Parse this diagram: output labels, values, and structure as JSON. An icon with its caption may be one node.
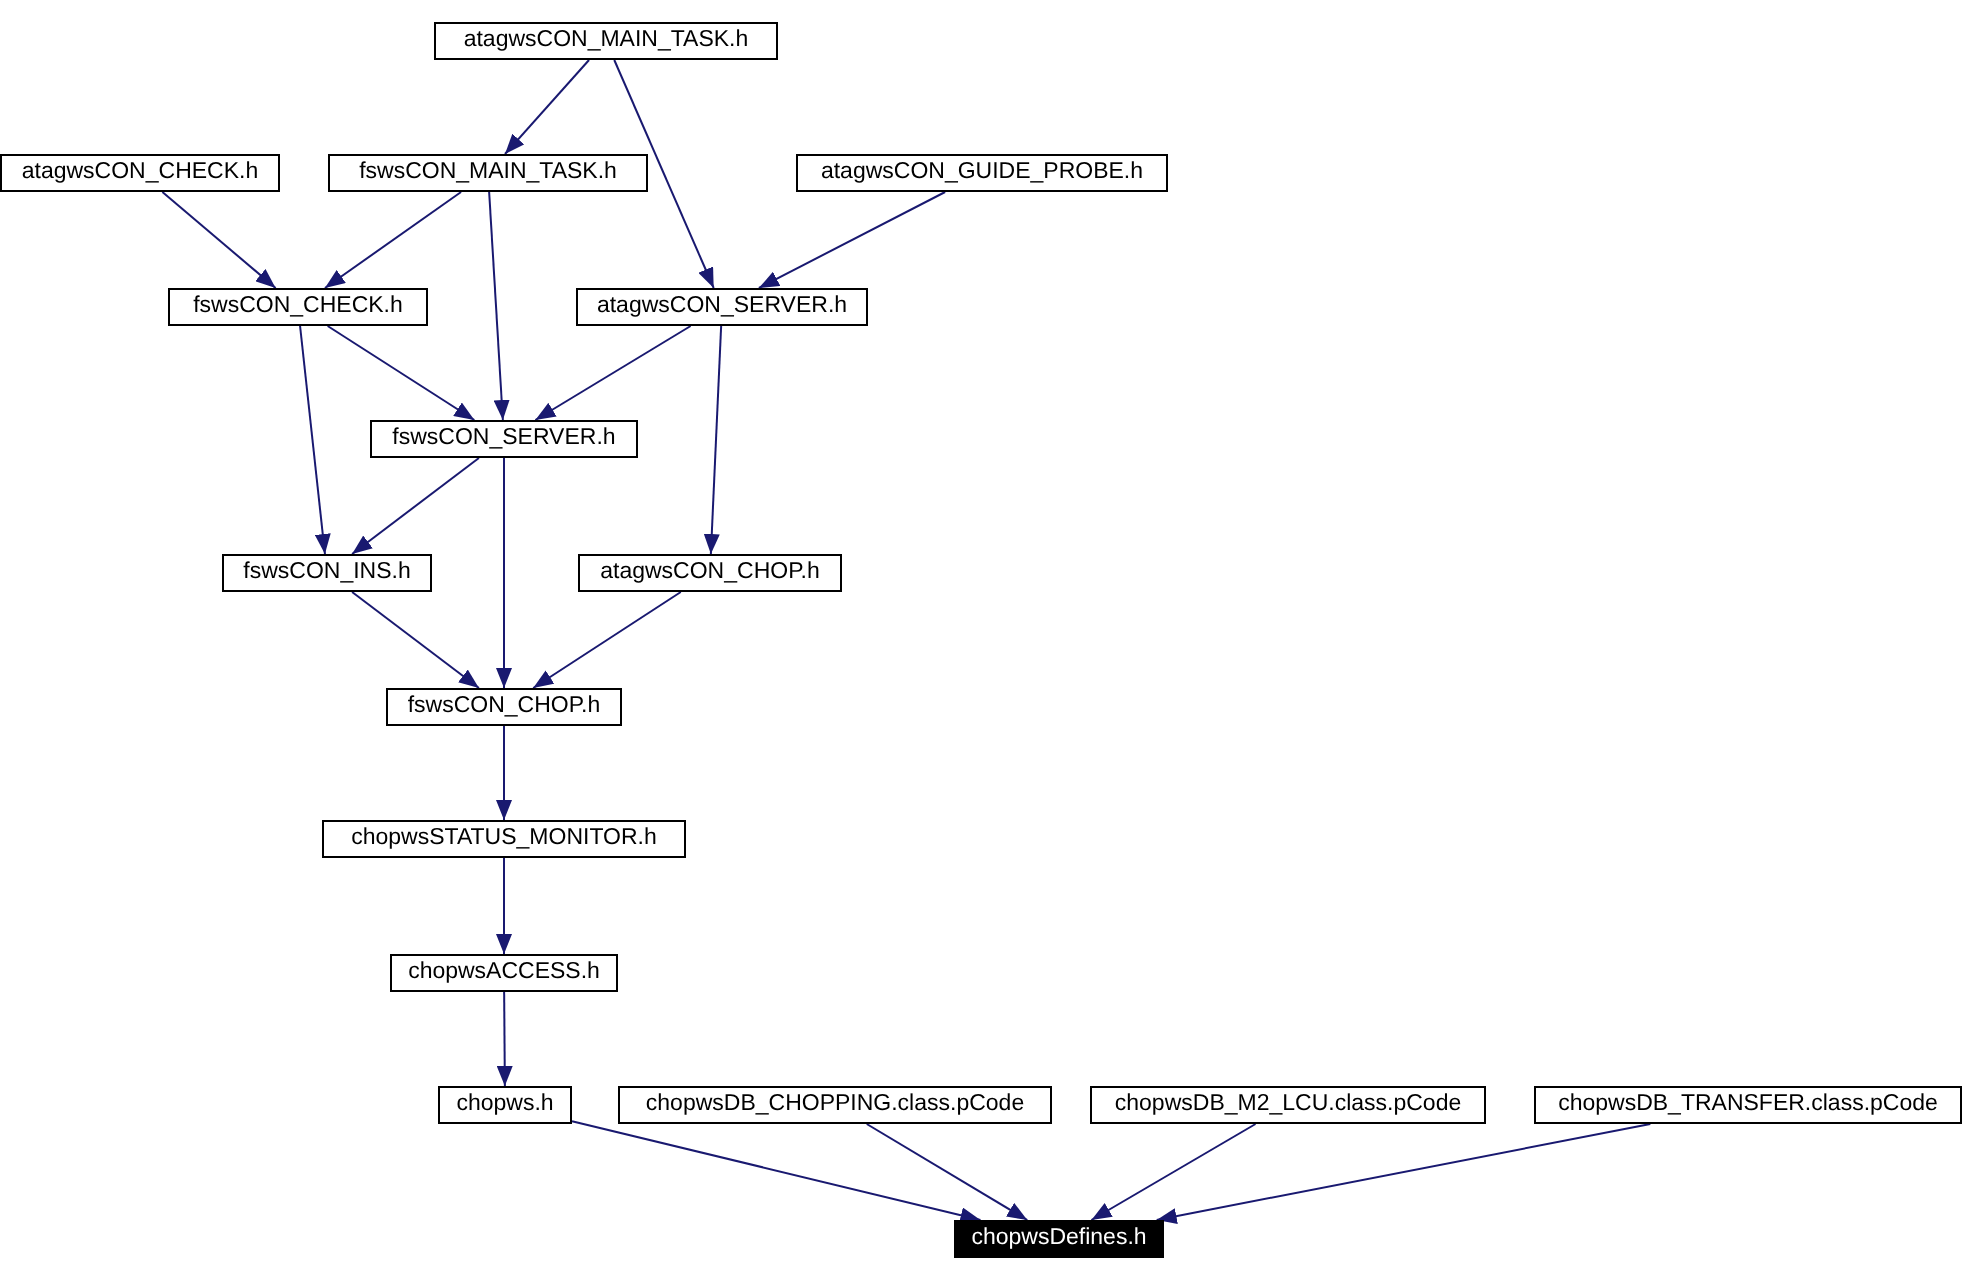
{
  "diagram": {
    "nodes": [
      {
        "text": [
          "atagwsCON_MAIN_TASK.h"
        ]
      },
      {
        "text": [
          "atagwsCON_CHECK.h"
        ]
      },
      {
        "text": [
          "fswsCON_MAIN_TASK.h"
        ]
      },
      {
        "text": [
          "atagwsCON_GUIDE_PROBE.h"
        ]
      },
      {
        "text": [
          "fswsCON_CHECK.h"
        ]
      },
      {
        "text": [
          "atagwsCON_SERVER.h"
        ]
      },
      {
        "text": [
          "fswsCON_SERVER.h"
        ]
      },
      {
        "text": [
          "fswsCON_INS.h"
        ]
      },
      {
        "text": [
          "atagwsCON_CHOP.h"
        ]
      },
      {
        "text": [
          "fswsCON_CHOP.h"
        ]
      },
      {
        "text": [
          "chopwsSTATUS_MONITOR.h"
        ]
      },
      {
        "text": [
          "chopwsACCESS.h"
        ]
      },
      {
        "text": [
          "chopws.h"
        ]
      },
      {
        "text": [
          "chopwsDB_CHOPPING.class.pCode"
        ]
      },
      {
        "text": [
          "chopwsDB_M2_LCU.class.pCode"
        ]
      },
      {
        "text": [
          "chopwsDB_TRANSFER.class.pCode"
        ]
      },
      {
        "text": [
          "chopwsDefines.h"
        ]
      }
    ],
    "edges": [
      {
        "from": 0,
        "to": 2,
        "arrow": "to"
      },
      {
        "from": 0,
        "to": 5,
        "arrow": "to"
      },
      {
        "from": 1,
        "to": 4,
        "arrow": "to"
      },
      {
        "from": 2,
        "to": 4,
        "arrow": "to"
      },
      {
        "from": 2,
        "to": 6,
        "arrow": "to"
      },
      {
        "from": 3,
        "to": 5,
        "arrow": "to"
      },
      {
        "from": 4,
        "to": 6,
        "arrow": "to"
      },
      {
        "from": 4,
        "to": 7,
        "arrow": "to"
      },
      {
        "from": 5,
        "to": 6,
        "arrow": "to"
      },
      {
        "from": 5,
        "to": 8,
        "arrow": "to"
      },
      {
        "from": 6,
        "to": 7,
        "arrow": "to"
      },
      {
        "from": 6,
        "to": 9,
        "arrow": "to"
      },
      {
        "from": 7,
        "to": 9,
        "arrow": "to"
      },
      {
        "from": 8,
        "to": 9,
        "arrow": "to"
      },
      {
        "from": 9,
        "to": 10,
        "arrow": "to"
      },
      {
        "from": 10,
        "to": 11,
        "arrow": "to"
      },
      {
        "from": 11,
        "to": 12,
        "arrow": "to"
      },
      {
        "from": 12,
        "to": 16,
        "arrow": "to"
      },
      {
        "from": 13,
        "to": 16,
        "arrow": "to"
      },
      {
        "from": 14,
        "to": 16,
        "arrow": "to"
      },
      {
        "from": 15,
        "to": 16,
        "arrow": "to"
      }
    ]
  }
}
